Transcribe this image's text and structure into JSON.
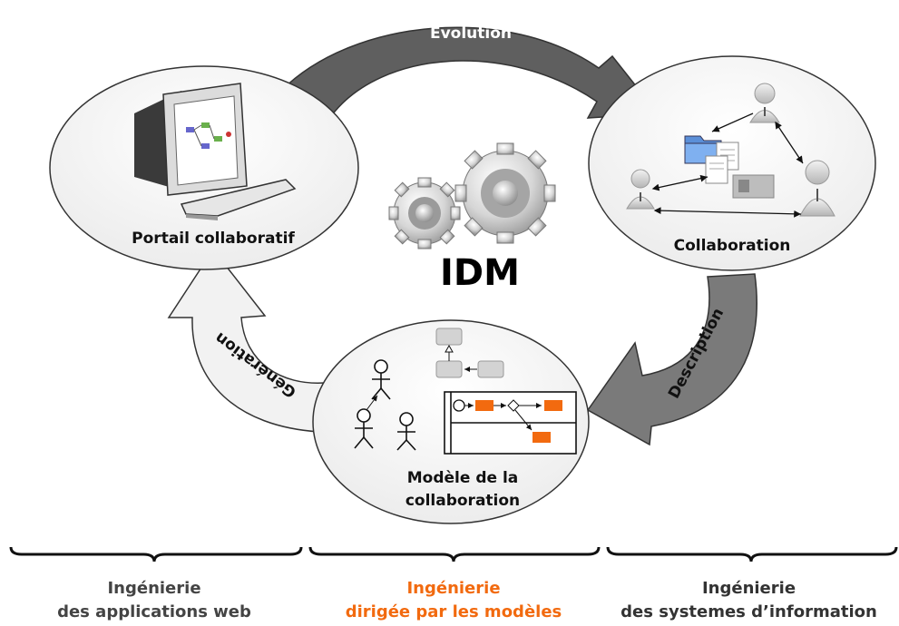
{
  "center": {
    "title": "IDM"
  },
  "arrows": {
    "top": "Evolution",
    "right": "Description",
    "left": "Génération"
  },
  "nodes": {
    "portal": "Portail collaboratif",
    "collaboration": "Collaboration",
    "model_line1": "Modèle de la",
    "model_line2": "collaboration"
  },
  "footer": {
    "left": {
      "line1": "Ingénierie",
      "line2": "des applications web"
    },
    "middle": {
      "line1": "Ingénierie",
      "line2": "dirigée par les modèles"
    },
    "right": {
      "line1": "Ingénierie",
      "line2": "des systemes d’information"
    }
  },
  "colors": {
    "dark_arrow": "#5f5f5f",
    "light_arrow": "#f2f2f2",
    "accent_orange": "#f26a0f",
    "text": "#1a1a1a",
    "footer_gray": "#444444"
  }
}
